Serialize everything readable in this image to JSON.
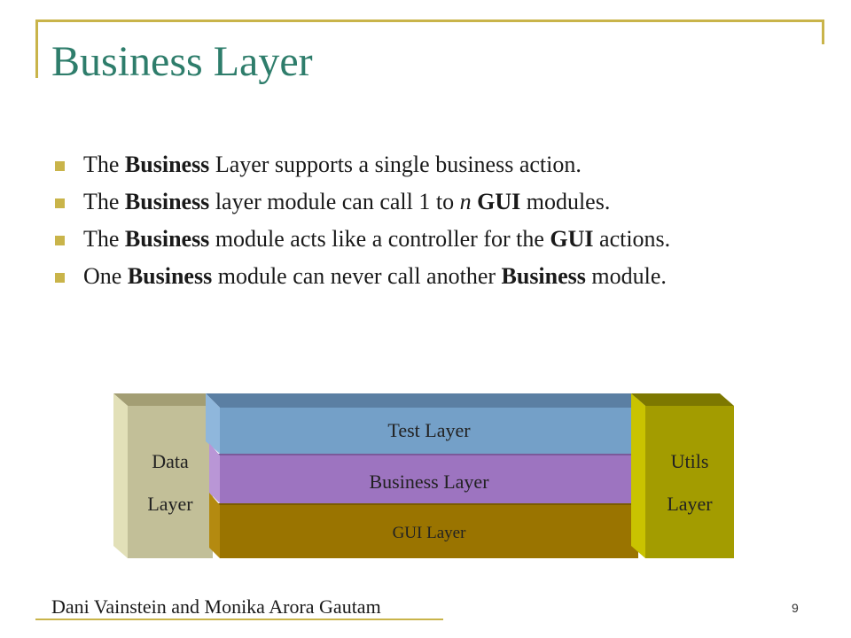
{
  "slide": {
    "title": "Business Layer",
    "bullets": [
      {
        "segments": [
          {
            "text": "The ",
            "style": "normal"
          },
          {
            "text": "Business",
            "style": "bold"
          },
          {
            "text": " Layer supports a single business action.",
            "style": "normal"
          }
        ]
      },
      {
        "segments": [
          {
            "text": "The ",
            "style": "normal"
          },
          {
            "text": "Business",
            "style": "bold"
          },
          {
            "text": " layer module can call 1 to ",
            "style": "normal"
          },
          {
            "text": "n",
            "style": "italic"
          },
          {
            "text": " ",
            "style": "normal"
          },
          {
            "text": "GUI",
            "style": "bold"
          },
          {
            "text": " modules.",
            "style": "normal"
          }
        ]
      },
      {
        "segments": [
          {
            "text": "The ",
            "style": "normal"
          },
          {
            "text": "Business",
            "style": "bold"
          },
          {
            "text": " module acts like a controller for the ",
            "style": "normal"
          },
          {
            "text": "GUI",
            "style": "bold"
          },
          {
            "text": " actions.",
            "style": "normal"
          }
        ]
      },
      {
        "segments": [
          {
            "text": "One ",
            "style": "normal"
          },
          {
            "text": "Business",
            "style": "bold"
          },
          {
            "text": " module can never call another ",
            "style": "normal"
          },
          {
            "text": "Business",
            "style": "bold"
          },
          {
            "text": " module.",
            "style": "normal"
          }
        ]
      }
    ],
    "diagram": {
      "data_layer": {
        "line1": "Data",
        "line2": "Layer"
      },
      "test_layer": "Test Layer",
      "business_layer": "Business Layer",
      "gui_layer": "GUI Layer",
      "utils_layer": {
        "line1": "Utils",
        "line2": "Layer"
      }
    },
    "footer": {
      "authors": "Dani Vainstein and Monika Arora Gautam",
      "page_number": "9"
    },
    "colors": {
      "title": "#2e7d6b",
      "accent": "#c9b44a",
      "data_layer": "#c2bf98",
      "test_layer": "#74a0c8",
      "business_layer": "#9d74c0",
      "gui_layer": "#9a7400",
      "utils_layer": "#a39c00"
    }
  }
}
